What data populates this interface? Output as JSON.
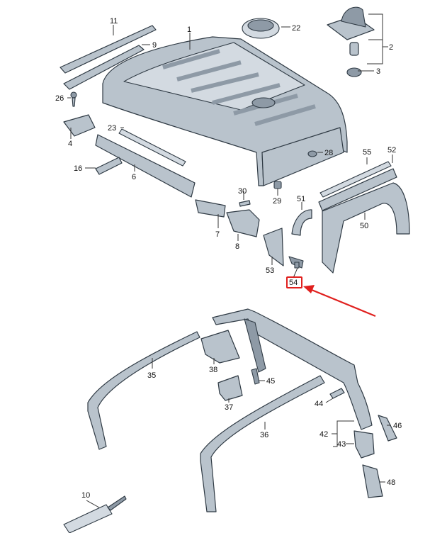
{
  "callouts": {
    "c1": "1",
    "c2": "2",
    "c3": "3",
    "c4": "4",
    "c6": "6",
    "c7": "7",
    "c8": "8",
    "c9": "9",
    "c10": "10",
    "c11": "11",
    "c16": "16",
    "c22": "22",
    "c23": "23",
    "c26": "26",
    "c28": "28",
    "c29": "29",
    "c30": "30",
    "c35": "35",
    "c36": "36",
    "c37": "37",
    "c38": "38",
    "c42": "42",
    "c43": "43",
    "c44": "44",
    "c45": "45",
    "c46": "46",
    "c48": "48",
    "c50": "50",
    "c51": "51",
    "c52": "52",
    "c53": "53",
    "c54": "54",
    "c55": "55"
  },
  "colors": {
    "highlight": "#e0201e",
    "part_fill": "#b9c3cc",
    "part_stroke": "#2f3a44"
  }
}
